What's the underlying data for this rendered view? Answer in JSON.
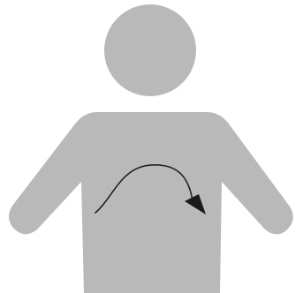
{
  "figure": {
    "subject": "human-silhouette-front",
    "elements": [
      "head",
      "torso-with-arms",
      "motion-arrow"
    ],
    "colors": {
      "background": "#ffffff",
      "silhouette": "#b9b9ba",
      "arrow": "#1a1a1a"
    },
    "arrow": {
      "shape": "arc",
      "direction": "left-to-right",
      "arrowhead": "end"
    }
  }
}
